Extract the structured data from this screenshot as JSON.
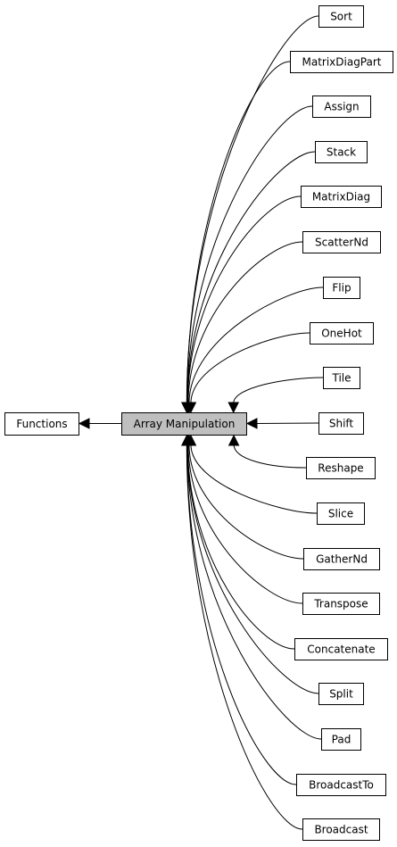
{
  "diagram": {
    "center": {
      "id": "array-manipulation",
      "label": "Array Manipulation"
    },
    "parent": {
      "id": "functions",
      "label": "Functions"
    },
    "children": [
      {
        "id": "sort",
        "label": "Sort"
      },
      {
        "id": "matrixdiagpart",
        "label": "MatrixDiagPart"
      },
      {
        "id": "assign",
        "label": "Assign"
      },
      {
        "id": "stack",
        "label": "Stack"
      },
      {
        "id": "matrixdiag",
        "label": "MatrixDiag"
      },
      {
        "id": "scatternd",
        "label": "ScatterNd"
      },
      {
        "id": "flip",
        "label": "Flip"
      },
      {
        "id": "onehot",
        "label": "OneHot"
      },
      {
        "id": "tile",
        "label": "Tile"
      },
      {
        "id": "shift",
        "label": "Shift"
      },
      {
        "id": "reshape",
        "label": "Reshape"
      },
      {
        "id": "slice",
        "label": "Slice"
      },
      {
        "id": "gathernd",
        "label": "GatherNd"
      },
      {
        "id": "transpose",
        "label": "Transpose"
      },
      {
        "id": "concatenate",
        "label": "Concatenate"
      },
      {
        "id": "split",
        "label": "Split"
      },
      {
        "id": "pad",
        "label": "Pad"
      },
      {
        "id": "broadcastto",
        "label": "BroadcastTo"
      },
      {
        "id": "broadcast",
        "label": "Broadcast"
      }
    ],
    "colors": {
      "center_fill": "#bfbfbf",
      "node_fill": "#ffffff",
      "stroke": "#000000"
    }
  }
}
